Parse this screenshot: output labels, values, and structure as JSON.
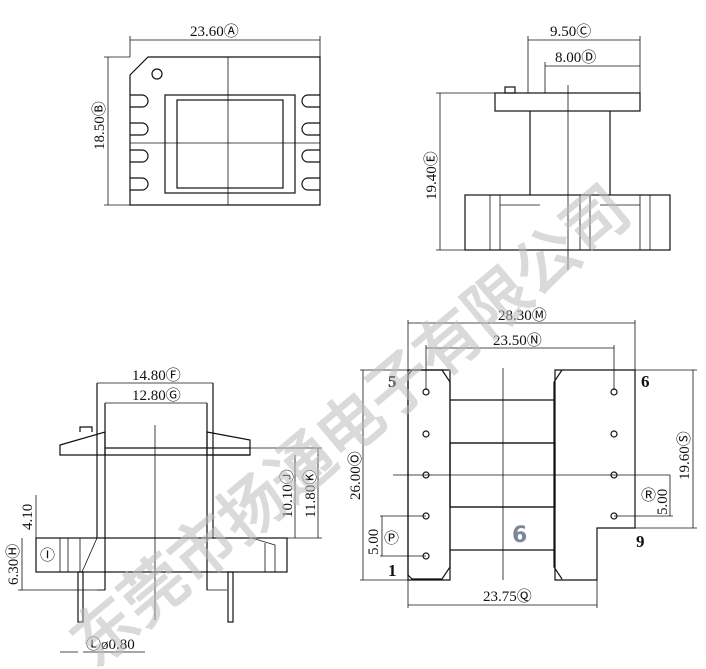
{
  "watermark": "东莞市扬通电子有限公司",
  "center_mark": "6",
  "top_view": {
    "width": "23.60Ⓐ",
    "height": "18.50Ⓑ"
  },
  "side_view": {
    "c": "9.50Ⓒ",
    "d": "8.00Ⓓ",
    "e": "19.40Ⓔ"
  },
  "front_view": {
    "f": "14.80Ⓕ",
    "g": "12.80Ⓖ",
    "h": "6.30Ⓗ",
    "i_val": "4.10",
    "i": "Ⓘ",
    "j": "10.10Ⓙ",
    "k": "11.80Ⓚ",
    "l": "Ⓛø0.80"
  },
  "bottom_view": {
    "m": "28.30Ⓜ",
    "n": "23.50Ⓝ",
    "o": "26.00Ⓞ",
    "p_val": "5.00",
    "p": "Ⓟ",
    "q": "23.75Ⓠ",
    "r_val": "5.00",
    "r": "Ⓡ",
    "s": "19.60Ⓢ",
    "pins": [
      "5",
      "6",
      "1",
      "9"
    ]
  }
}
